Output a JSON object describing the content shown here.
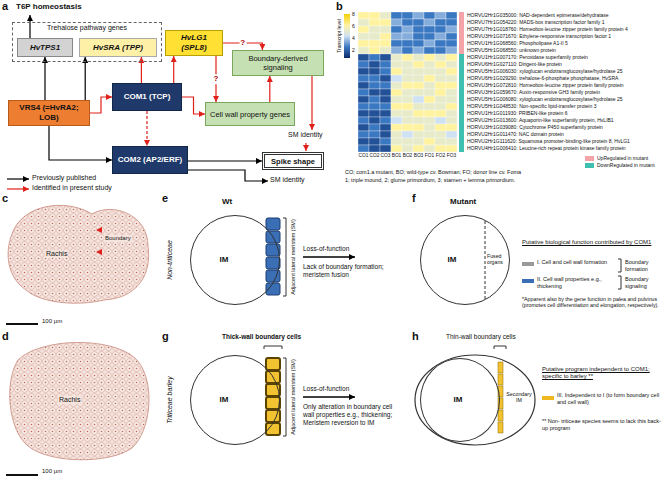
{
  "diagram": {
    "nodes": [
      {
        "text": [
          "Trehalose pathway genes"
        ]
      },
      {
        "text": [
          "HvTPS1"
        ],
        "in": 0
      },
      {
        "text": [
          "HvSRA (TPP)"
        ],
        "in": 0
      },
      {
        "text": [
          "HvLG1 (SPL8)"
        ]
      },
      {
        "text": [
          "Boundary-derived signaling"
        ]
      },
      {
        "text": [
          "COM1 (TCP)"
        ]
      },
      {
        "text": [
          "Cell wall property genes"
        ]
      },
      {
        "text": [
          "VRS4 (=HvRA2; LOB)"
        ]
      },
      {
        "text": [
          "COM2 (AP2/ERF)"
        ]
      },
      {
        "text": [
          "Spike shape"
        ]
      },
      {
        "text": [
          "IM"
        ]
      },
      {
        "text": [
          "IM"
        ]
      },
      {
        "text": [
          "IM"
        ]
      },
      {
        "text": [
          "IM"
        ]
      }
    ],
    "edges": [
      {
        "from": 7,
        "to": 1,
        "arrow": "to"
      },
      {
        "from": 7,
        "to": 2,
        "arrow": "to"
      },
      {
        "from": 7,
        "to": 5,
        "arrow": "to"
      },
      {
        "from": 7,
        "to": 8,
        "arrow": "to"
      },
      {
        "from": 5,
        "to": 2,
        "arrow": "to"
      },
      {
        "from": 5,
        "to": 3,
        "arrow": "to"
      },
      {
        "from": 5,
        "to": 8,
        "arrow": "to"
      },
      {
        "from": 5,
        "to": 6,
        "arrow": "to"
      },
      {
        "from": 3,
        "to": 4,
        "label": "?",
        "arrow": "to"
      },
      {
        "from": 3,
        "to": 6,
        "label": "?",
        "arrow": "to"
      },
      {
        "from": 6,
        "to": 4,
        "arrow": "to"
      },
      {
        "from": 8,
        "to": 9,
        "arrow": "to"
      }
    ],
    "labels": [
      "a",
      "T6P homeostasis",
      "SM identity",
      "SM identity",
      "b",
      "Transcript level",
      "8",
      "6",
      "4",
      "2",
      "HORVU2Hr1G035000: NAD-dependent epimerase/dehydratase",
      "HORVU7Hr1G054220: MADS-box transcription factor family 1",
      "HORVU7Hr1G018760: Homeobox-leucine zipper protein family protein 4",
      "HORVU3Hr1G071670: Ethylene-responsive transcription factor 1",
      "HORVU1Hr1G068560: Phospholipase A1-II 5",
      "HORVU5Hr1G068550: unknown protein",
      "HORVU1Hr1G007170: Peroxidase superfamily protein",
      "HORVU6Hr1G027110: Dirigent-like protein",
      "HORVU5Hr1G006030: xyloglucan endotransglucosylase/hydrolase 25",
      "HORVU6Hr1G029290: trehalose-6-phosphate phosphatase, HvSRA",
      "HORVU3Hr1G072810: Homeobox-leucine zipper protein family protein",
      "HORVU3Hr1G059670: Auxin-responsive GH3 family protein",
      "HORVU5Hr1G006080: xyloglucan endotransglucosylase/hydrolase 25",
      "HORVU5Hr1G048530: Non-specific lipid-transfer protein 3",
      "HORVU1Hr1G011930: PRIBEN-like protein 6",
      "HORVU2Hr1G013600: Aquaporin-like superfamily protein, HvLIB1",
      "HORVU3Hr1G039080: Cytochrome P450 superfamily protein",
      "HORVU2Hr1G011470: NAC domain protein",
      "HORVU2Hr1G111620: Squamosa promoter-binding-like protein 8, HvLG1",
      "HORVU4Hr1G006410: Leucine-rich repeat protein kinase family protein",
      "CO1",
      "CO2",
      "CO3",
      "BO1",
      "BO2",
      "BO3",
      "FO1",
      "FO2",
      "FO3",
      "CO; com1.a mutant, BO; wild-type cv. Bowman; FO; donor line cv. Foma",
      "1; triple mound, 2; glume primordium, 3; stamen + lemma primordium.",
      "c",
      "Rachis",
      "Boundary",
      "100 μm",
      "d",
      "Rachis",
      "100 μm",
      "e",
      "Wt",
      "Non-triticeae",
      "Adjacent lateral meristem (SM)",
      "Loss-of-function",
      "Lack of boundary formation; meristem fusion",
      "f",
      "Mutant",
      "Fused organs",
      "Putative biological function contributed by COM1",
      "Boundary formation",
      "Boundary signaling",
      "*Apparent also by the gene function in palea and pulvinus (promotes cell differentiation and elongation, respectively).",
      "g",
      "Triticeae barley",
      "Thick-wall boundary cells",
      "Adjacent lateral meristem (SM)",
      "Loss-of-function",
      "Only alteration in boundary cell wall properties e.g., thickening; Meristem reversion to IM",
      "h",
      "Thin-wall boundary cells",
      "Secondary IM",
      "Putative program independent to COM1; specific to barley **",
      "** Non- triticeae species seems to lack this back-up program"
    ],
    "legend": [
      {
        "text": "Previously published"
      },
      {
        "text": "Identified in present study"
      },
      {
        "text": "UpRegulated in mutant",
        "color": "#f4a3a8"
      },
      {
        "text": "DownRegulated in mutant",
        "color": "#3fbfb0"
      },
      {
        "text": "I. Cell and cell wall formation",
        "color": "#9a9a9a"
      },
      {
        "text": "II. Cell wall properties e.g., thickening",
        "color": "#3a6eb5"
      },
      {
        "text": "III. Independent to I (to form boundary cell and cell wall)",
        "color": "#f0b820"
      }
    ]
  }
}
